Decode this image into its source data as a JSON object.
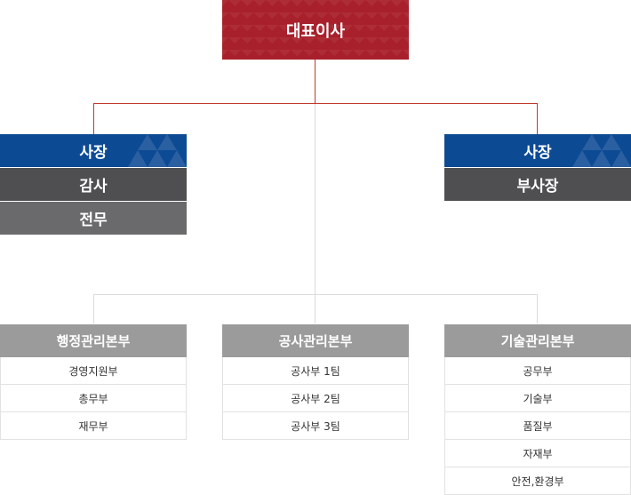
{
  "ceo": {
    "label": "대표이사"
  },
  "left_exec": {
    "president": "사장",
    "roles": [
      "감사",
      "전무"
    ]
  },
  "right_exec": {
    "president": "사장",
    "roles": [
      "부사장"
    ]
  },
  "divisions": [
    {
      "name": "행정관리본부",
      "teams": [
        "경영지원부",
        "총무부",
        "재무부"
      ]
    },
    {
      "name": "공사관리본부",
      "teams": [
        "공사부 1팀",
        "공사부 2팀",
        "공사부 3팀"
      ]
    },
    {
      "name": "기술관리본부",
      "teams": [
        "공무부",
        "기술부",
        "품질부",
        "자재부",
        "안전,환경부"
      ]
    }
  ],
  "colors": {
    "ceo": "#a8202b",
    "president": "#0d4a94",
    "exec_dark": "#4f4f51",
    "exec_mid": "#6a6a6c",
    "division_head": "#9b9b9b",
    "connector": "#c0392b"
  }
}
